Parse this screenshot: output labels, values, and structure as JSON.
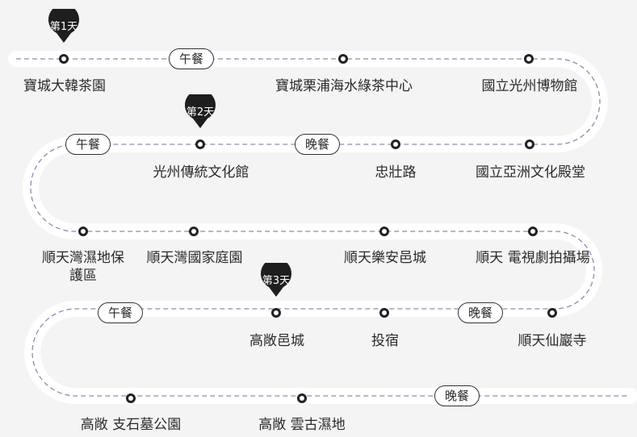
{
  "colors": {
    "background": "#f4f4f4",
    "road": "#ffffff",
    "dash": "#8b8bb0",
    "marker": "#222222"
  },
  "days": {
    "day1": "第1天",
    "day2": "第2天",
    "day3": "第3天"
  },
  "meals": {
    "m1": "午餐",
    "m2": "午餐",
    "m3": "晚餐",
    "m4": "午餐",
    "m5": "晚餐",
    "m6": "晚餐"
  },
  "stops": {
    "s1": "寶城大韓茶園",
    "s2": "寶城栗浦海水綠茶中心",
    "s3": "國立光州博物館",
    "s4": "光州傳統文化館",
    "s5": "忠壯路",
    "s6": "國立亞洲文化殿堂",
    "s7": "順天灣濕地保護區",
    "s8": "順天灣國家庭園",
    "s9": "順天樂安邑城",
    "s10": "順天 電視劇拍攝場",
    "s11": "高敞邑城",
    "s12": "投宿",
    "s13": "順天仙巖寺",
    "s14": "高敞 支石墓公園",
    "s15": "高敞 雲古濕地"
  }
}
